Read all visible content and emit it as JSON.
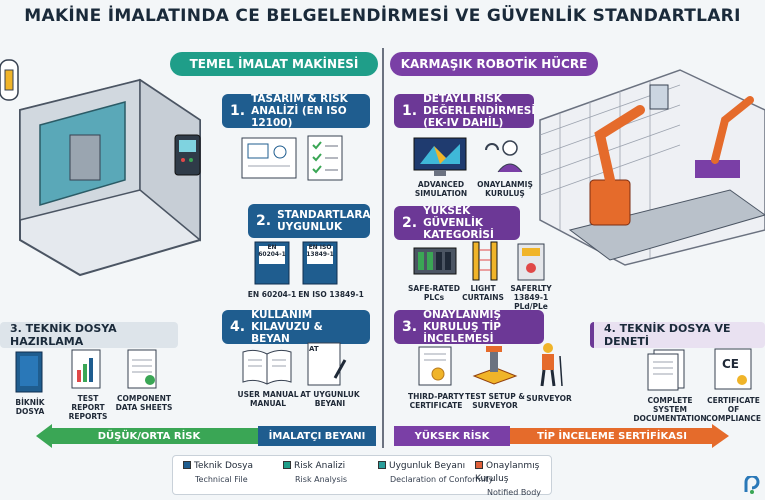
{
  "title": "MAKİNE İMALATINDA CE BELGELENDİRMESİ VE GÜVENLİK STANDARTLARI",
  "left_column": {
    "header": "TEMEL İMALAT MAKİNESİ",
    "steps": [
      {
        "num": "1.",
        "label": "TASARIM & RİSK ANALİZİ (EN ISO 12100)"
      },
      {
        "num": "2.",
        "label": "STANDARTLARA UYGUNLUK"
      },
      {
        "num": "4.",
        "label": "KULLANIM KILAVUZU & BEYAN"
      }
    ],
    "standards": [
      "EN 60204-1",
      "EN ISO 13849-1"
    ],
    "book_labels": [
      "EN 60204-1",
      "EN ISO 13849-1"
    ],
    "manual_labels": [
      "USER MANUAL MANUAL",
      "AT UYGUNLUK BEYANI"
    ],
    "doc_badge": "AT"
  },
  "right_column": {
    "header": "KARMAŞIK ROBOTİK HÜCRE",
    "steps": [
      {
        "num": "1.",
        "label": "DETAYLI RİSK DEĞERLENDİRMESİ (EK-IV DAHİL)"
      },
      {
        "num": "2.",
        "label": "YÜKSEK GÜVENLİK KATEGORİSİ"
      },
      {
        "num": "3.",
        "label": "ONAYLANMIŞ KURULUŞ TİP İNCELEMESİ"
      }
    ],
    "sim_labels": [
      "ADVANCED SIMULATION",
      "ONAYLANMIŞ KURULUŞ"
    ],
    "safety_labels": [
      "SAFE-RATED PLCs",
      "LIGHT CURTAINS",
      "SAFERLTY 13849-1 PLd/PLe"
    ],
    "exam_labels": [
      "THIRD-PARTY CERTIFICATE",
      "TEST SETUP & SURVEYOR",
      "SURVEYOR"
    ]
  },
  "left_side": {
    "title": "3. TEKNİK DOSYA HAZIRLAMA",
    "items": [
      "BİKNİK DOSYA",
      "TEST REPORT REPORTS",
      "COMPONENT DATA SHEETS"
    ]
  },
  "right_side": {
    "title": "4. TEKNİK DOSYA VE DENETİ",
    "items": [
      "COMPLETE SYSTEM DOCUMENTATION",
      "CERTIFICATE OF COMPLIANCE"
    ]
  },
  "bottom_bar": {
    "left_risk": "DÜŞÜK/ORTA RİSK",
    "left_end": "İMALATÇI BEYANI",
    "right_risk": "YÜKSEK RİSK",
    "right_end": "TİP İNCELEME SERTİFİKASI"
  },
  "legend": [
    {
      "label": "Teknik Dosya",
      "sub": "Technical File",
      "color": "#1f5d8f"
    },
    {
      "label": "Risk Analizi",
      "sub": "Risk Analysis",
      "color": "#1f9e89"
    },
    {
      "label": "Uygunluk Beyanı",
      "sub": "Declaration of Conformity",
      "color": "#2a9d9a"
    },
    {
      "label": "Onaylanmış Kuruluş",
      "sub": "Notified Body",
      "color": "#e0603a"
    }
  ],
  "colors": {
    "blue": "#1f5d8f",
    "teal": "#1f9e89",
    "purple": "#6c3896",
    "orange": "#e56b2b",
    "green": "#3aa655"
  }
}
